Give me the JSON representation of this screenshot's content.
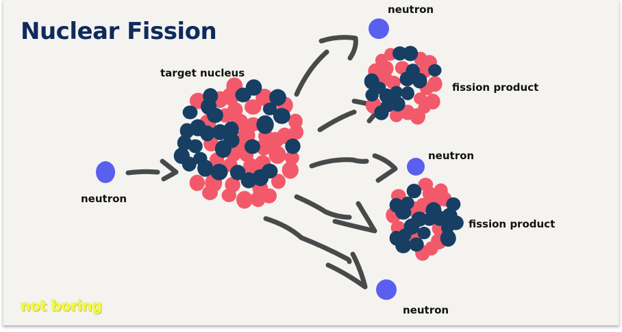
{
  "title": "Nuclear Fission",
  "labels": {
    "incoming_neutron": "neutron",
    "target_nucleus": "target nucleus",
    "neutron_top": "neutron",
    "fission_product_top": "fission product",
    "neutron_middle": "neutron",
    "fission_product_bottom": "fission product",
    "neutron_bottom": "neutron"
  },
  "brand": "not boring",
  "colors": {
    "background": "#f4f3f0",
    "title": "#0f2a5c",
    "proton": "#f2596a",
    "neutron_in_nucleus": "#173e63",
    "free_neutron": "#5a5ff0",
    "arrow": "#474a4a",
    "brand": "#f3fb3a"
  }
}
